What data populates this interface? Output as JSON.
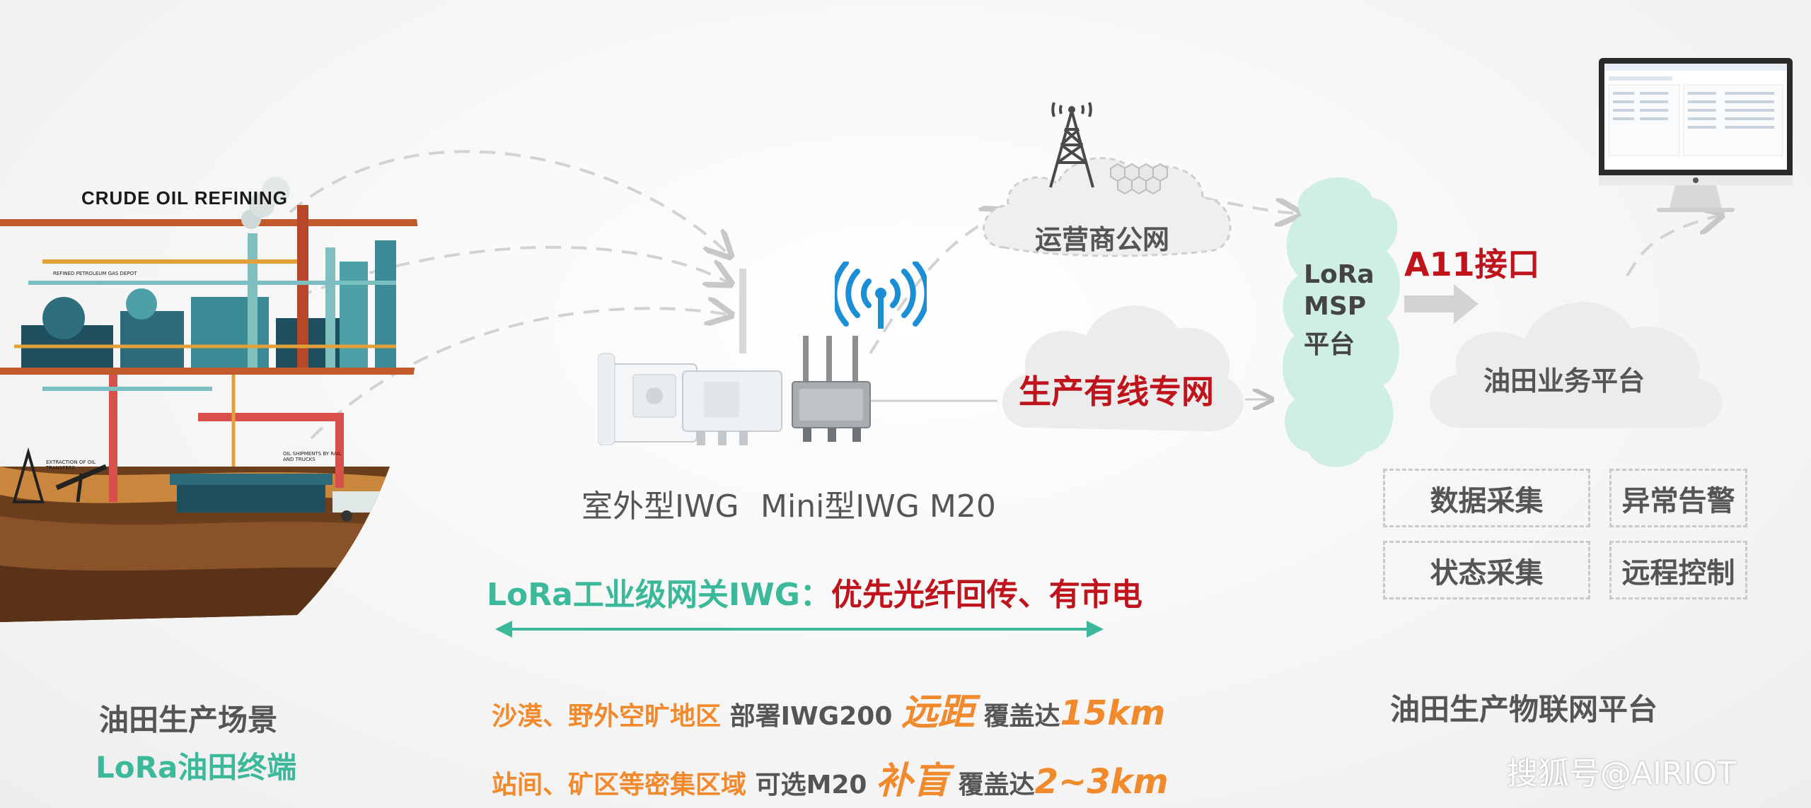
{
  "scene": {
    "refinery_title": "CRUDE OIL REFINING",
    "small_labels": [
      "REFINED PETROLEUM GAS DEPOT",
      "EXTRACTION OF OIL TRANSFERS",
      "OIL SHIPMENTS BY RAIL AND TRUCKS"
    ],
    "caption_line1": "油田生产场景",
    "caption_line2": "LoRa油田终端"
  },
  "devices": {
    "outdoor": "室外型IWG",
    "mini": "Mini型IWG M20"
  },
  "networks": {
    "carrier": "运营商公网",
    "wired": "生产有线专网"
  },
  "msp": {
    "line1": "LoRa",
    "line2": "MSP",
    "line3": "平台"
  },
  "interface": "A11接口",
  "platform": {
    "name": "油田业务平台",
    "functions": [
      "数据采集",
      "异常告警",
      "状态采集",
      "远程控制"
    ],
    "caption": "油田生产物联网平台"
  },
  "gateway": {
    "title_prefix": "LoRa工业级网关IWG：",
    "title_suffix": "优先光纤回传、有市电"
  },
  "deploy": [
    {
      "area": "沙漠、野外空旷地区",
      "action": "部署IWG200",
      "mode": "远距",
      "cover": "覆盖达",
      "range": "15km"
    },
    {
      "area": "站间、矿区等密集区域",
      "action": "可选M20",
      "mode": "补盲",
      "cover": "覆盖达",
      "range": "2~3km"
    }
  ],
  "watermark": "搜狐号@AIRIOT",
  "colors": {
    "teal": "#3cb89a",
    "red": "#c0141c",
    "orange": "#f08a2c",
    "gray": "#555555"
  }
}
